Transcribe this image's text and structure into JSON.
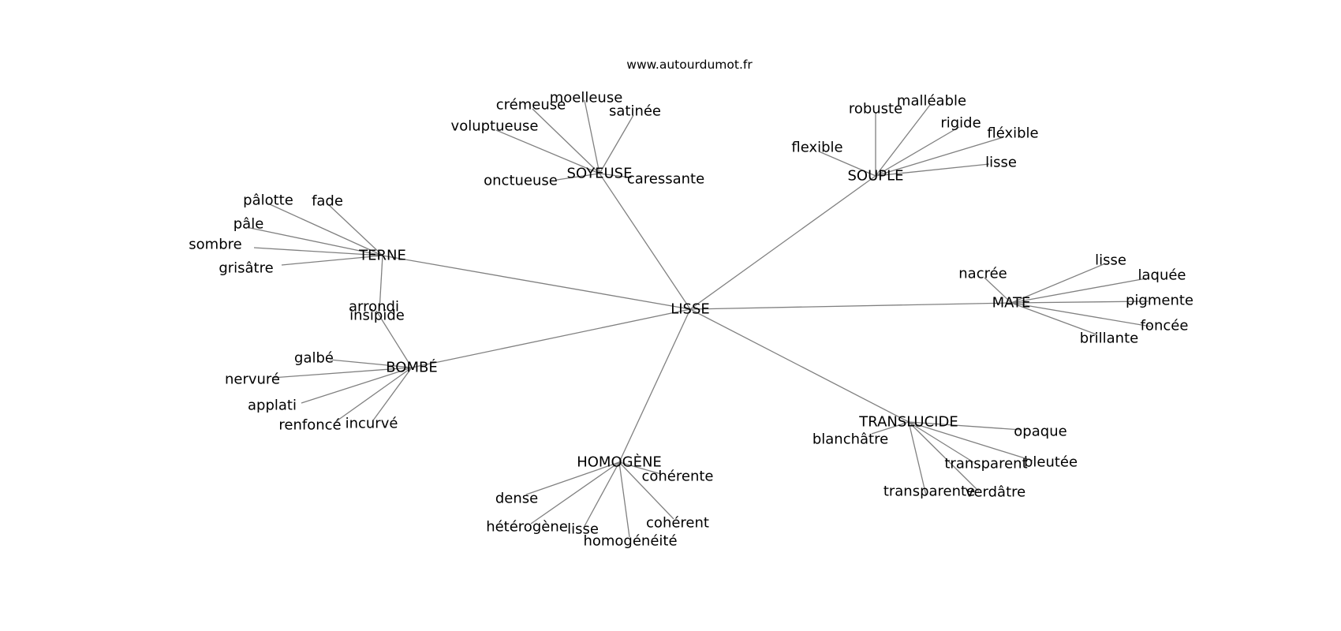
{
  "source_label": "www.autourdumot.fr",
  "center": {
    "id": "lisse",
    "label": "LISSE"
  },
  "clusters": [
    {
      "id": "soyeuse",
      "label": "SOYEUSE",
      "words": [
        "crémeuse",
        "moelleuse",
        "satinée",
        "voluptueuse",
        "onctueuse",
        "caressante"
      ]
    },
    {
      "id": "souple",
      "label": "SOUPLE",
      "words": [
        "robuste",
        "malléable",
        "rigide",
        "fléxible",
        "flexible",
        "lisse"
      ]
    },
    {
      "id": "terne",
      "label": "TERNE",
      "words": [
        "pâlotte",
        "fade",
        "pâle",
        "sombre",
        "grisâtre",
        "insipide"
      ]
    },
    {
      "id": "mate",
      "label": "MATE",
      "words": [
        "nacrée",
        "lisse",
        "laquée",
        "pigmente",
        "foncée",
        "brillante"
      ]
    },
    {
      "id": "bombe",
      "label": "BOMBÉ",
      "words": [
        "arrondi",
        "galbé",
        "nervuré",
        "applati",
        "renfoncé",
        "incurvé"
      ]
    },
    {
      "id": "translucide",
      "label": "TRANSLUCIDE",
      "words": [
        "blanchâtre",
        "opaque",
        "transparent",
        "bleutée",
        "transparente",
        "verdâtre"
      ]
    },
    {
      "id": "homogene",
      "label": "HOMOGÈNE",
      "words": [
        "cohérente",
        "dense",
        "hétérogène",
        "lisse",
        "homogénéité",
        "cohérent"
      ]
    }
  ]
}
